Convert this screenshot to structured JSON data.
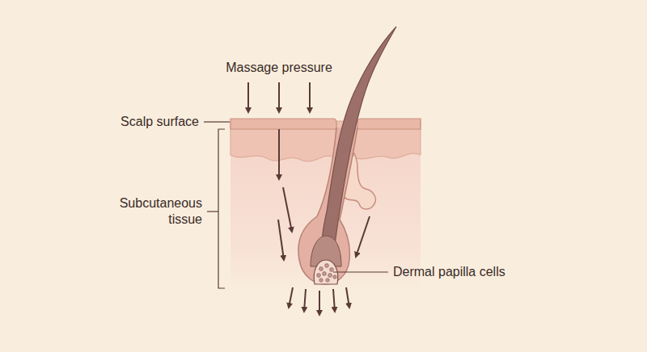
{
  "diagram": {
    "labels": [
      "Massage pressure",
      "Scalp surface",
      "Subcutaneous tissue",
      "Dermal papilla cells"
    ]
  }
}
